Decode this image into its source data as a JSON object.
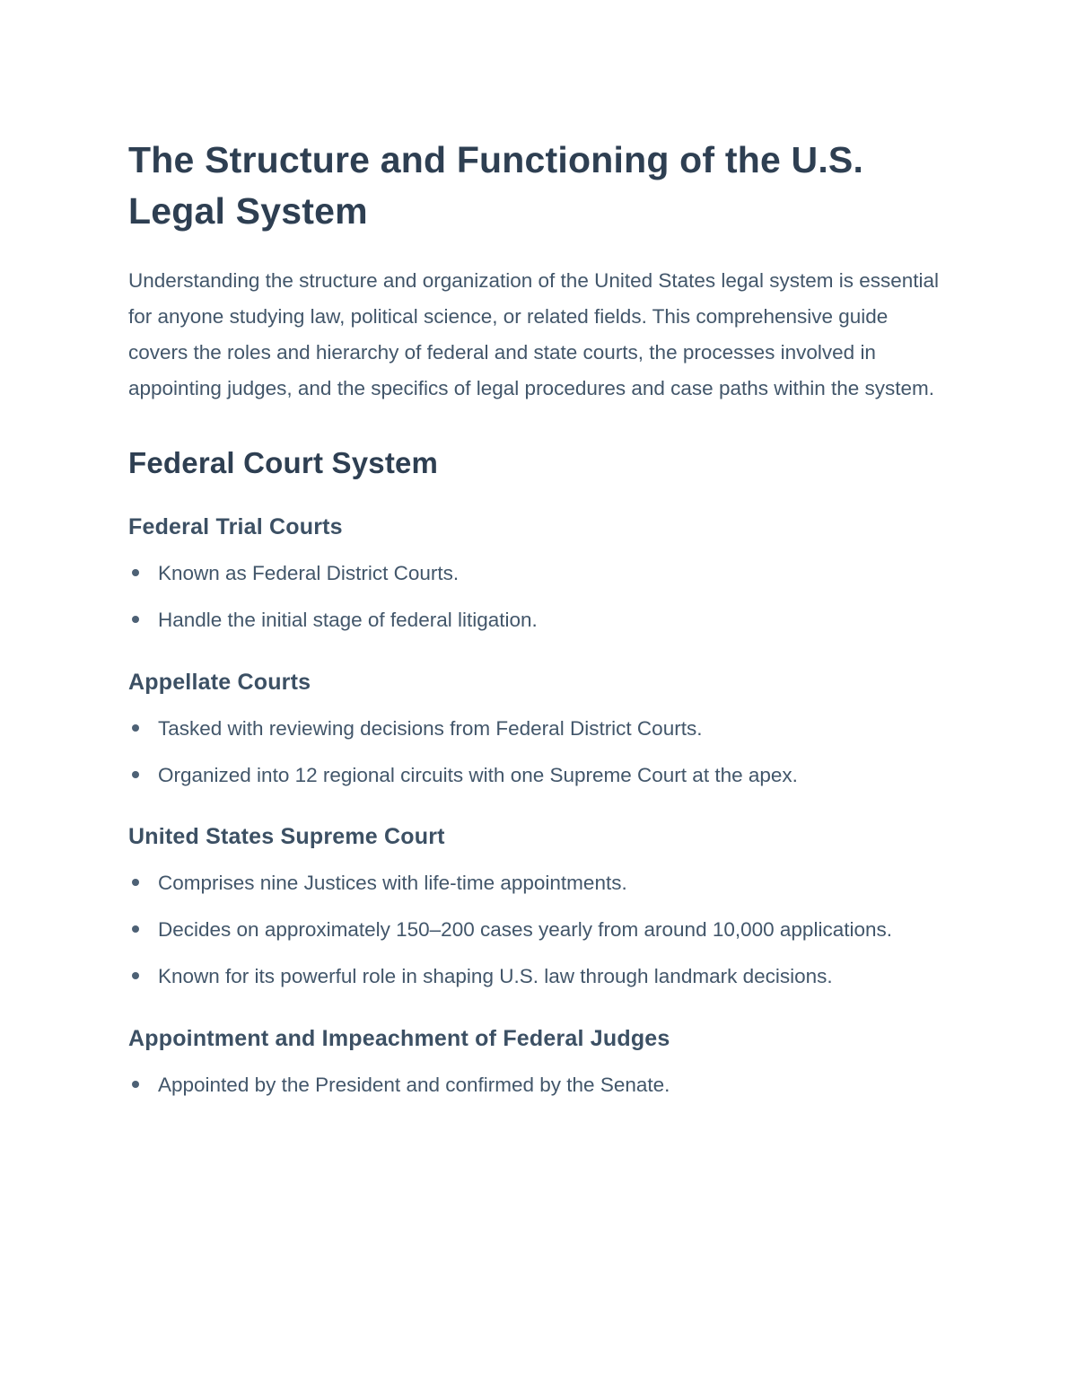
{
  "page": {
    "title": "The Structure and Functioning of the U.S. Legal System",
    "intro": "Understanding the structure and organization of the United States legal system is essential for anyone studying law, political science, or related fields. This comprehensive guide covers the roles and hierarchy of federal and state courts, the processes involved in appointing judges, and the specifics of legal procedures and case paths within the system.",
    "section_heading": "Federal Court System",
    "subsections": [
      {
        "heading": "Federal Trial Courts",
        "items": [
          "Known as Federal District Courts.",
          "Handle the initial stage of federal litigation."
        ]
      },
      {
        "heading": "Appellate Courts",
        "items": [
          "Tasked with reviewing decisions from Federal District Courts.",
          "Organized into 12 regional circuits with one Supreme Court at the apex."
        ]
      },
      {
        "heading": "United States Supreme Court",
        "items": [
          "Comprises nine Justices with life-time appointments.",
          "Decides on approximately 150–200 cases yearly from around 10,000 applications.",
          "Known for its powerful role in shaping U.S. law through landmark decisions."
        ]
      },
      {
        "heading": "Appointment and Impeachment of Federal Judges",
        "items": [
          "Appointed by the President and confirmed by the Senate."
        ]
      }
    ]
  },
  "colors": {
    "heading_text": "#2e3f52",
    "body_text": "#42566a",
    "background": "#ffffff"
  }
}
